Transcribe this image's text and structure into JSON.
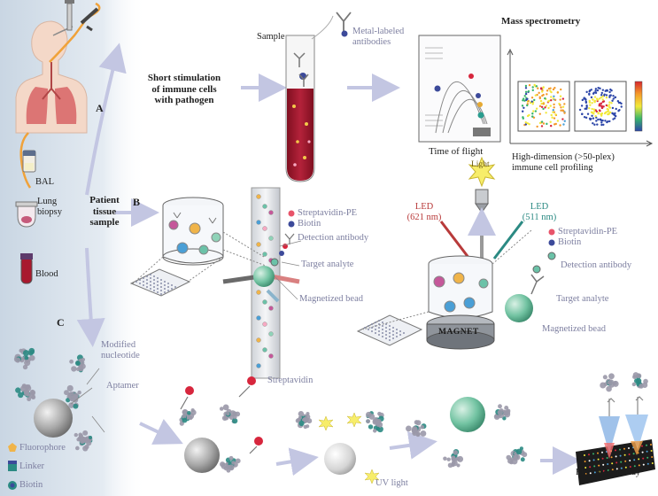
{
  "labels": {
    "bal": "BAL",
    "lung_biopsy": [
      "Lung",
      "biopsy"
    ],
    "blood": "Blood",
    "patient_tissue": [
      "Patient",
      "tissue",
      "sample"
    ],
    "section_a": "A",
    "section_b": "B",
    "section_c": "C",
    "short_stimulation": [
      "Short stimulation",
      "of immune cells",
      "with pathogen"
    ],
    "sample": "Sample",
    "metal_labeled": [
      "Metal-labeled",
      "antibodies"
    ],
    "mass_spectrometry": "Mass spectrometry",
    "time_of_flight": "Time of flight",
    "high_dimension": [
      "High-dimension (>50-plex)",
      "immune cell profiling"
    ],
    "b_left": {
      "streptavidin_pe": "Streptavidin-PE",
      "biotin": "Biotin",
      "detection_antibody": "Detection antibody",
      "target_analyte": "Target analyte",
      "magnetized_bead": "Magnetized bead"
    },
    "b_right": {
      "light": "Light",
      "led1": [
        "LED",
        "(621 nm)"
      ],
      "led2": [
        "LED",
        "(511 nm)"
      ],
      "streptavidin_pe": "Streptavidin-PE",
      "biotin": "Biotin",
      "detection_antibody": "Detection antibody",
      "target_analyte": "Target analyte",
      "magnetized_bead": "Magnetized bead",
      "magnet": "MAGNET"
    },
    "c": {
      "modified_nucleotide": [
        "Modified",
        "nucleotide"
      ],
      "aptamer": "Aptamer",
      "streptavidin": "Streptavidin",
      "uv_light": "UV light",
      "fluorescent_array": "Fluorescent array",
      "legend_fluorophore": "Fluorophore",
      "legend_linker": "Linker",
      "legend_biotin": "Biotin"
    }
  },
  "colors": {
    "arrow": "#c3c6e2",
    "tube_red": "#a8192e",
    "bead_grey": "#9a9a9a",
    "bead_green": "#6bbf9f",
    "label_grey": "#7d7fa0",
    "led_red": "#b83a3a",
    "led_teal": "#2b8a83"
  }
}
